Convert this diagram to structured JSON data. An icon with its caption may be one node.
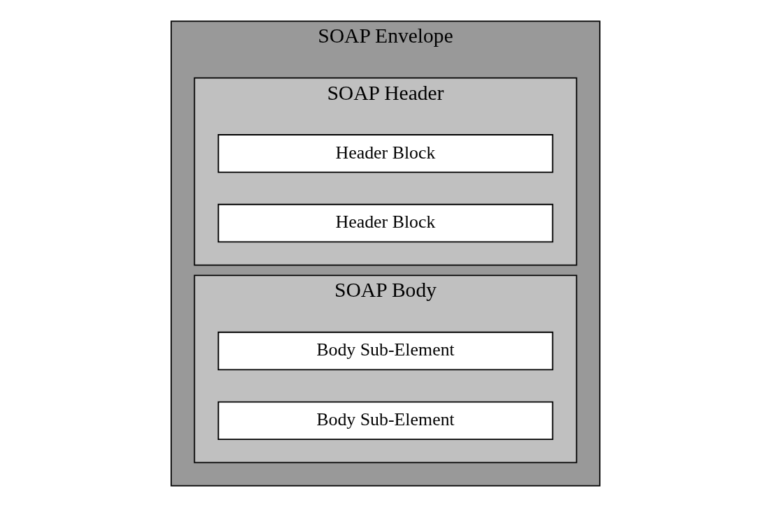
{
  "diagram": {
    "nodes": [
      {
        "text": [
          "SOAP Envelope"
        ]
      },
      {
        "text": [
          "SOAP Header"
        ],
        "in": 0
      },
      {
        "text": [
          "Header Block"
        ],
        "in": 1
      },
      {
        "text": [
          "Header Block"
        ],
        "in": 1
      },
      {
        "text": [
          "SOAP Body"
        ],
        "in": 0
      },
      {
        "text": [
          "Body Sub-Element"
        ],
        "in": 4
      },
      {
        "text": [
          "Body Sub-Element"
        ],
        "in": 4
      }
    ]
  }
}
